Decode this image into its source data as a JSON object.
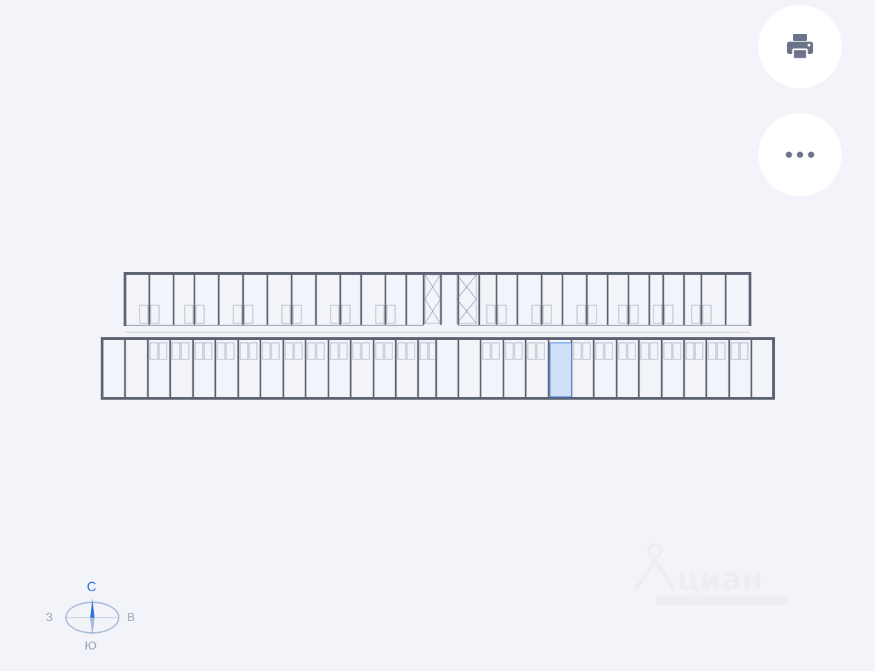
{
  "toolbar": {
    "print_icon": "printer-icon",
    "more_icon": "more-horizontal-icon",
    "bg": "#ffffff",
    "icon_color": "#6b7388"
  },
  "plan": {
    "wall_color": "#5c6272",
    "highlight_color": "#cfe0f7",
    "highlight_stroke": "#2f6fd6"
  },
  "compass": {
    "north": "С",
    "west": "З",
    "east": "В",
    "south": "Ю",
    "accent": "#2f6fd6"
  },
  "watermark": {
    "brand": "циан"
  }
}
